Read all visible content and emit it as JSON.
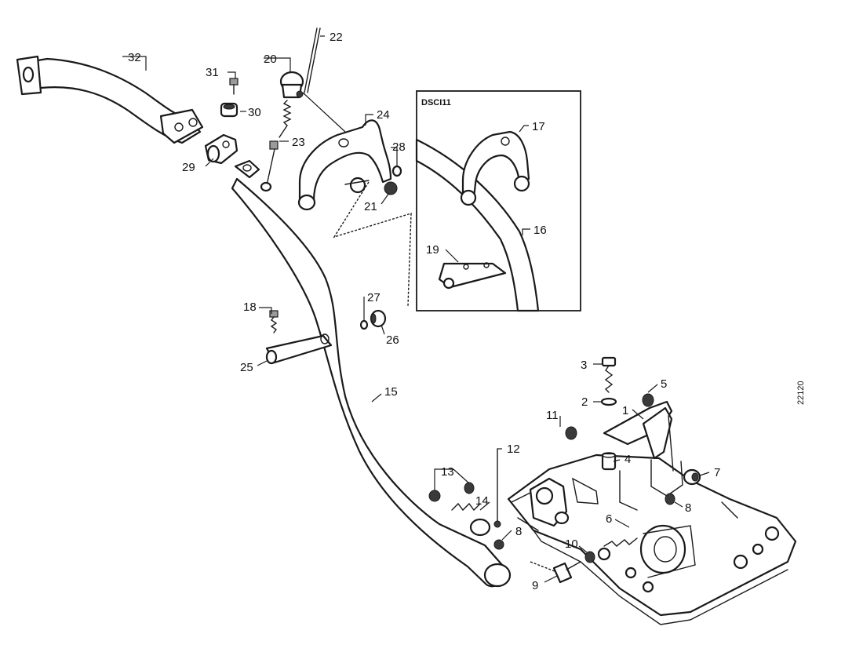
{
  "drawing": {
    "inset_title": "DSCI11",
    "reference_code": "22120"
  },
  "callouts": [
    {
      "id": "c1",
      "text": "1"
    },
    {
      "id": "c2",
      "text": "2"
    },
    {
      "id": "c3",
      "text": "3"
    },
    {
      "id": "c4",
      "text": "4"
    },
    {
      "id": "c5",
      "text": "5"
    },
    {
      "id": "c6",
      "text": "6"
    },
    {
      "id": "c7",
      "text": "7"
    },
    {
      "id": "c8a",
      "text": "8"
    },
    {
      "id": "c8b",
      "text": "8"
    },
    {
      "id": "c9",
      "text": "9"
    },
    {
      "id": "c10",
      "text": "10"
    },
    {
      "id": "c11",
      "text": "11"
    },
    {
      "id": "c12",
      "text": "12"
    },
    {
      "id": "c13",
      "text": "13"
    },
    {
      "id": "c14",
      "text": "14"
    },
    {
      "id": "c15",
      "text": "15"
    },
    {
      "id": "c16",
      "text": "16"
    },
    {
      "id": "c17",
      "text": "17"
    },
    {
      "id": "c18",
      "text": "18"
    },
    {
      "id": "c19",
      "text": "19"
    },
    {
      "id": "c20",
      "text": "20"
    },
    {
      "id": "c21",
      "text": "21"
    },
    {
      "id": "c22",
      "text": "22"
    },
    {
      "id": "c23",
      "text": "23"
    },
    {
      "id": "c24",
      "text": "24"
    },
    {
      "id": "c25",
      "text": "25"
    },
    {
      "id": "c26",
      "text": "26"
    },
    {
      "id": "c27",
      "text": "27"
    },
    {
      "id": "c28",
      "text": "28"
    },
    {
      "id": "c29",
      "text": "29"
    },
    {
      "id": "c30",
      "text": "30"
    },
    {
      "id": "c31",
      "text": "31"
    },
    {
      "id": "c32",
      "text": "32"
    }
  ]
}
